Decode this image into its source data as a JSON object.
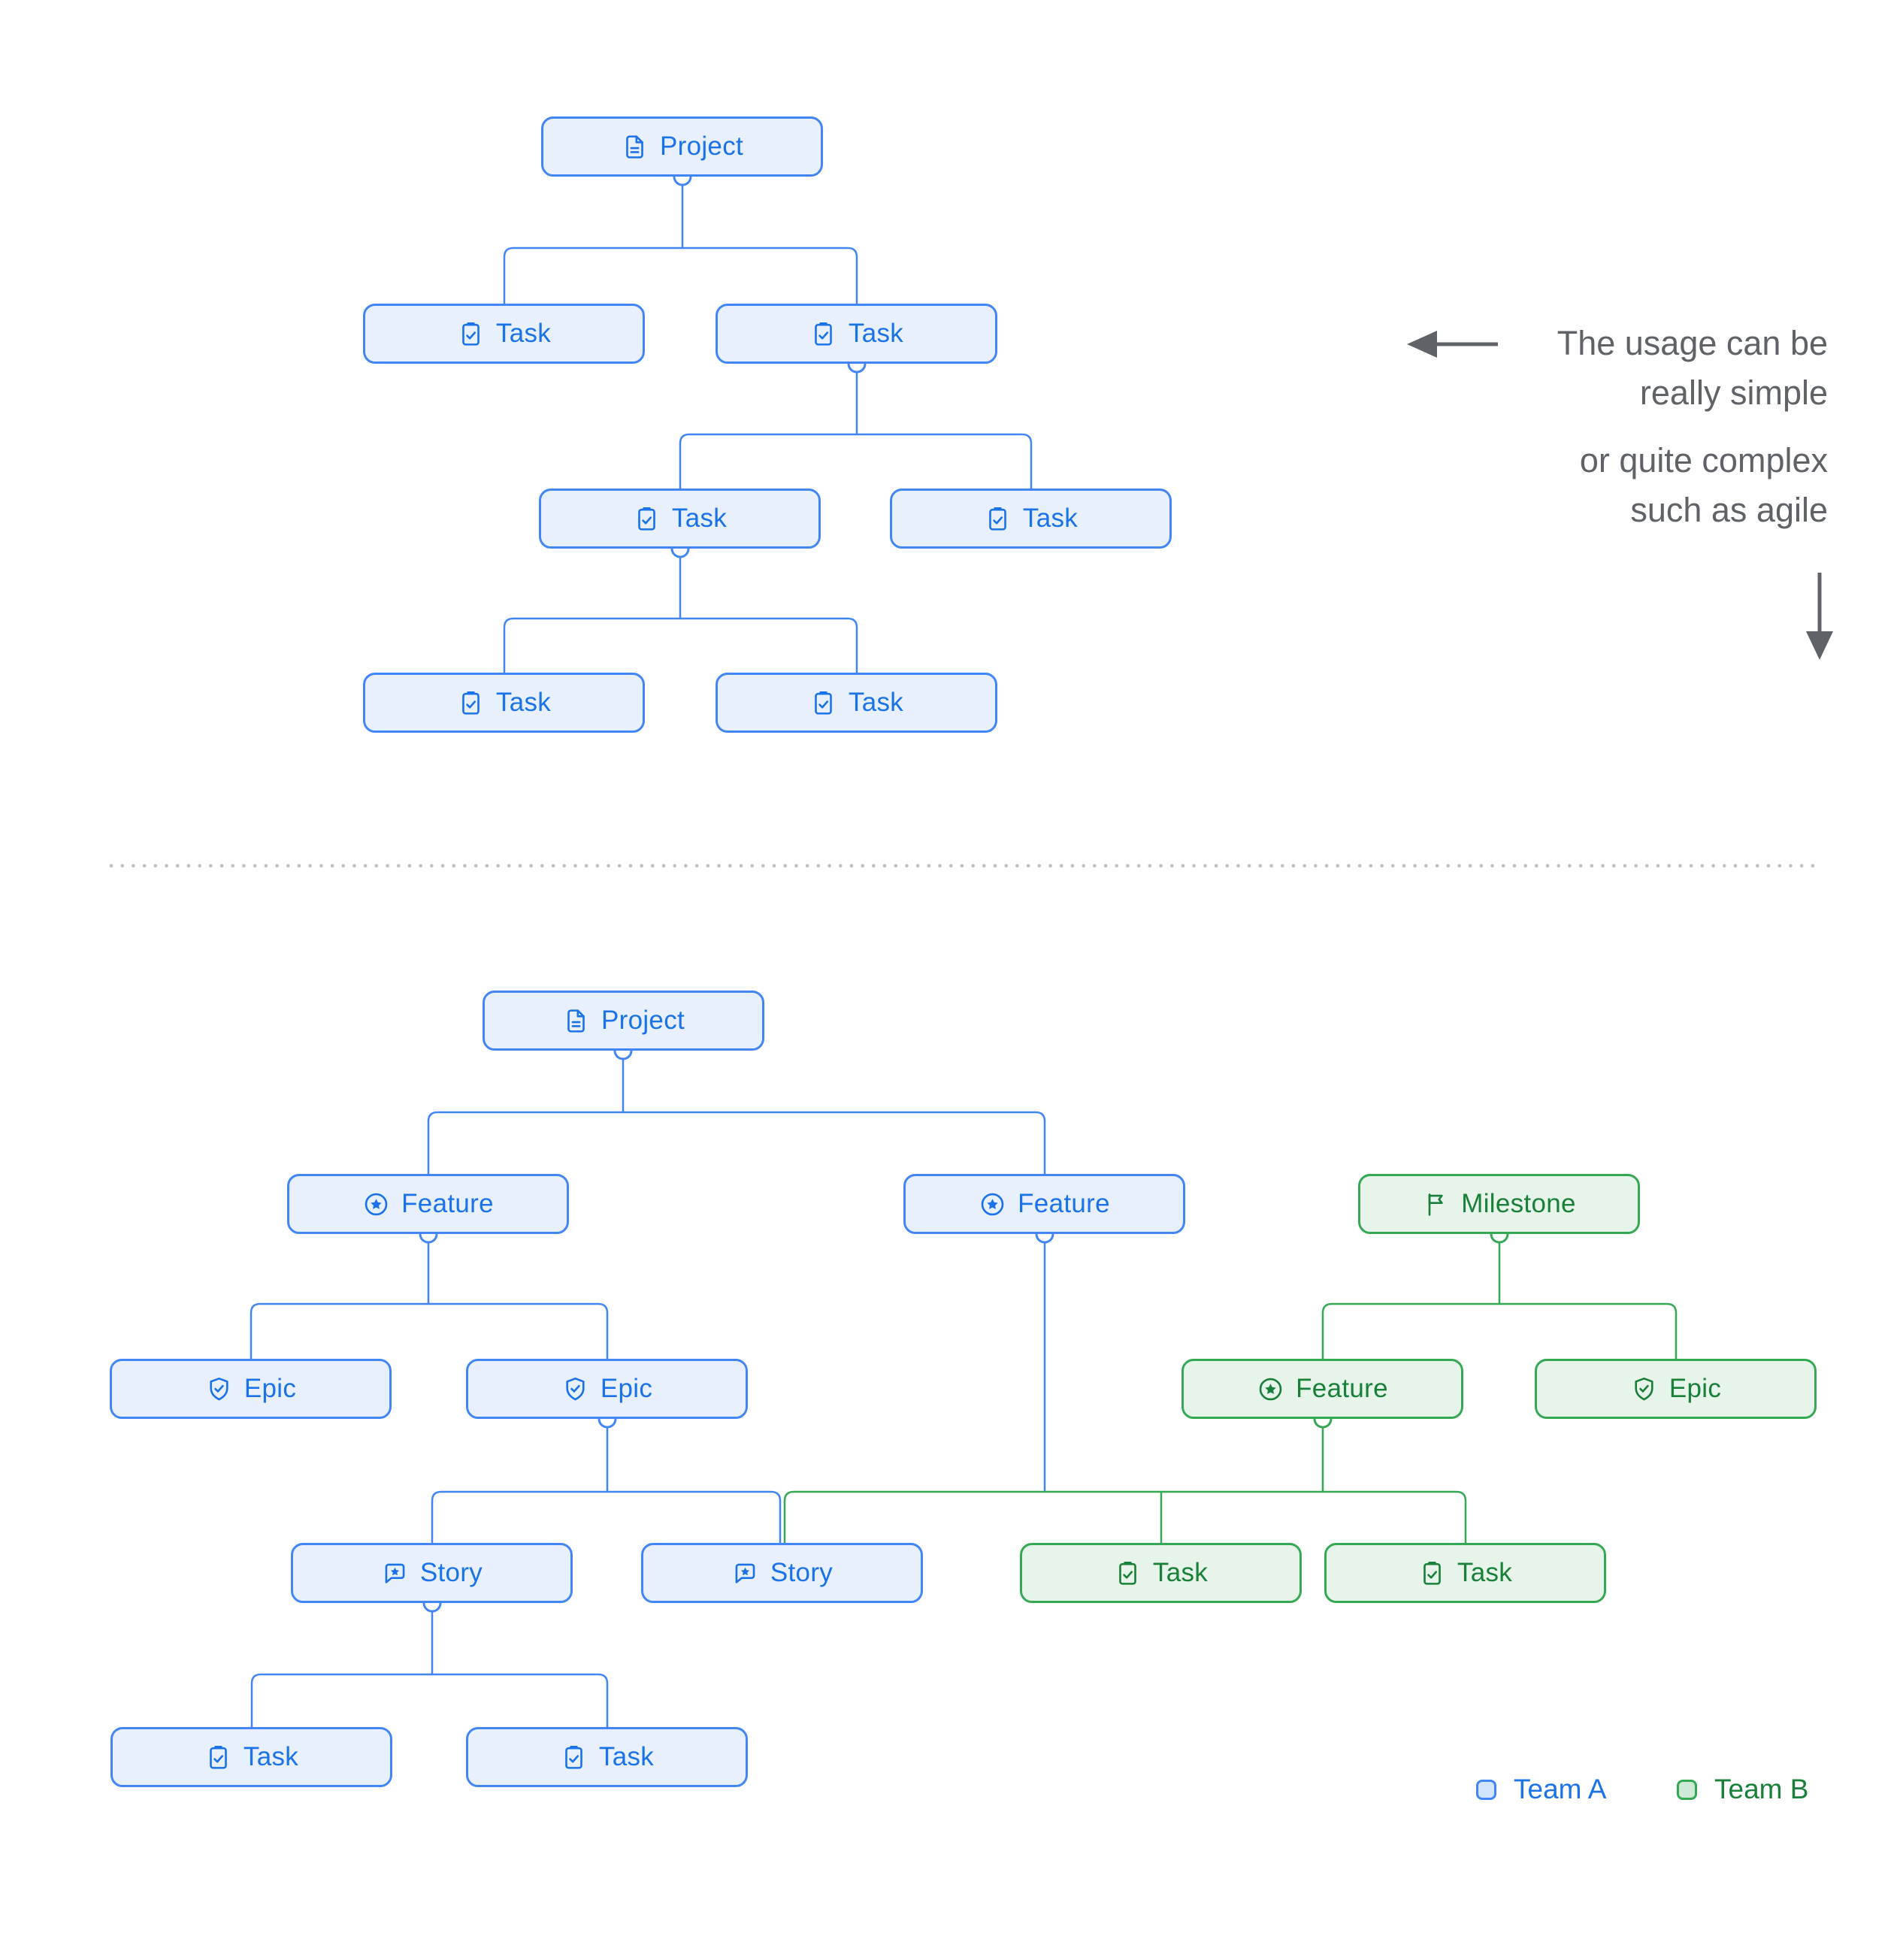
{
  "colors": {
    "team_a_fill": "#E8F0FE",
    "team_a_border": "#4285F4",
    "team_a_text": "#1A73E8",
    "team_b_fill": "#E6F4EA",
    "team_b_border": "#34A853",
    "team_b_text": "#188038",
    "annotation_text": "#5F6368",
    "divider_dots": "#BDC1C6",
    "legend_swatch_a": "#D2E3FC",
    "legend_swatch_b": "#CEEAD6"
  },
  "annotation": {
    "block1_line1": "The usage can be",
    "block1_line2": "really simple",
    "block2_line1": "or quite complex",
    "block2_line2": "such as agile"
  },
  "legend": {
    "team_a_label": "Team A",
    "team_b_label": "Team B"
  },
  "simple_tree": {
    "nodes": [
      {
        "label": "Project",
        "icon": "document-icon",
        "team": "A"
      },
      {
        "label": "Task",
        "icon": "task-check-icon",
        "team": "A"
      },
      {
        "label": "Task",
        "icon": "task-check-icon",
        "team": "A"
      },
      {
        "label": "Task",
        "icon": "task-check-icon",
        "team": "A"
      },
      {
        "label": "Task",
        "icon": "task-check-icon",
        "team": "A"
      },
      {
        "label": "Task",
        "icon": "task-check-icon",
        "team": "A"
      },
      {
        "label": "Task",
        "icon": "task-check-icon",
        "team": "A"
      }
    ]
  },
  "complex_tree": {
    "nodes": [
      {
        "label": "Project",
        "icon": "document-icon",
        "team": "A"
      },
      {
        "label": "Feature",
        "icon": "feature-star-icon",
        "team": "A"
      },
      {
        "label": "Feature",
        "icon": "feature-star-icon",
        "team": "A"
      },
      {
        "label": "Milestone",
        "icon": "milestone-flag-icon",
        "team": "B"
      },
      {
        "label": "Epic",
        "icon": "epic-shield-icon",
        "team": "A"
      },
      {
        "label": "Epic",
        "icon": "epic-shield-icon",
        "team": "A"
      },
      {
        "label": "Feature",
        "icon": "feature-star-icon",
        "team": "B"
      },
      {
        "label": "Epic",
        "icon": "epic-shield-icon",
        "team": "B"
      },
      {
        "label": "Story",
        "icon": "story-bubble-icon",
        "team": "A"
      },
      {
        "label": "Story",
        "icon": "story-bubble-icon",
        "team": "A"
      },
      {
        "label": "Task",
        "icon": "task-check-icon",
        "team": "B"
      },
      {
        "label": "Task",
        "icon": "task-check-icon",
        "team": "B"
      },
      {
        "label": "Task",
        "icon": "task-check-icon",
        "team": "A"
      },
      {
        "label": "Task",
        "icon": "task-check-icon",
        "team": "A"
      }
    ]
  }
}
